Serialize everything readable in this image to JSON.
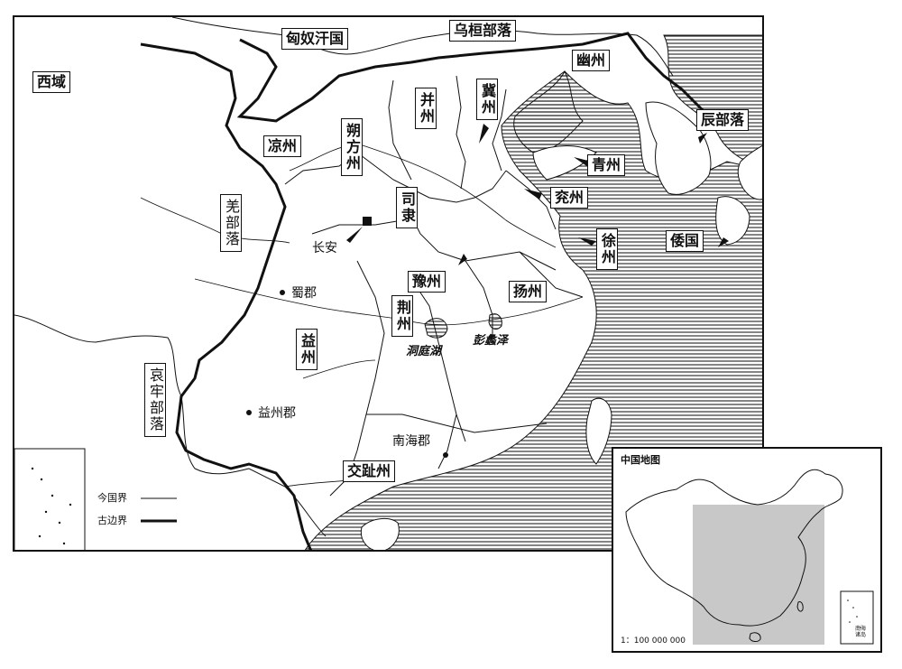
{
  "map": {
    "regions": {
      "xiyu": "西域",
      "xiongnu": "匈奴汗国",
      "wuhuan": "乌桓部落",
      "youzhou": "幽州",
      "bingzhou": "并州",
      "jizhou": "冀州",
      "liangzhou": "凉州",
      "shuofang": "朔方州",
      "chenbu": "辰部落",
      "qingzhou": "青州",
      "yanzhou": "兖州",
      "sili": "司隶",
      "qiang": "羌部落",
      "wa": "倭国",
      "xuzhou": "徐州",
      "yuzhou": "豫州",
      "yangzhou": "扬州",
      "jingzhou": "荆州",
      "yizhou": "益州",
      "ailao": "哀牢部落",
      "jiaozhi": "交趾州"
    },
    "places": {
      "changan": "长安",
      "shujun": "蜀郡",
      "yizhoujun": "益州郡",
      "nanhaijun": "南海郡",
      "dongtinghu": "洞庭湖",
      "pengli": "彭蠡泽"
    },
    "legend": {
      "modern": "今国界",
      "ancient": "古边界"
    }
  },
  "inset": {
    "title": "中国地图",
    "scale": "1：100 000 000",
    "nanhai_label": "南海诸岛"
  },
  "colors": {
    "ink": "#111111",
    "sea_hatch": "#333333",
    "inset_highlight": "#c8c8c8"
  }
}
